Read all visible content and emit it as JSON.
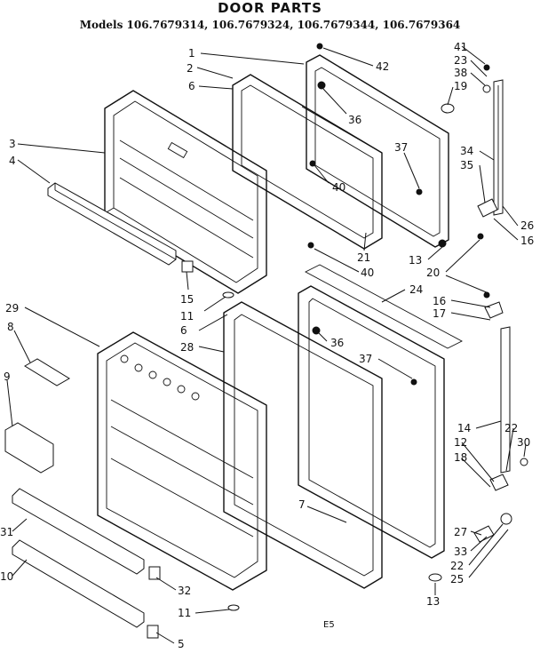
{
  "header": {
    "title": "DOOR PARTS",
    "models": "Models 106.7679314, 106.7679324, 106.7679344, 106.7679364"
  },
  "footer": {
    "code": "E5"
  },
  "callouts": [
    {
      "id": "c1",
      "label": "1"
    },
    {
      "id": "c2",
      "label": "2"
    },
    {
      "id": "c6a",
      "label": "6"
    },
    {
      "id": "c42",
      "label": "42"
    },
    {
      "id": "c41",
      "label": "41"
    },
    {
      "id": "c23",
      "label": "23"
    },
    {
      "id": "c38",
      "label": "38"
    },
    {
      "id": "c19",
      "label": "19"
    },
    {
      "id": "c36a",
      "label": "36"
    },
    {
      "id": "c3",
      "label": "3"
    },
    {
      "id": "c4",
      "label": "4"
    },
    {
      "id": "c37a",
      "label": "37"
    },
    {
      "id": "c34",
      "label": "34"
    },
    {
      "id": "c35",
      "label": "35"
    },
    {
      "id": "c40a",
      "label": "40"
    },
    {
      "id": "c26",
      "label": "26"
    },
    {
      "id": "c16a",
      "label": "16"
    },
    {
      "id": "c13a",
      "label": "13"
    },
    {
      "id": "c21",
      "label": "21"
    },
    {
      "id": "c20",
      "label": "20"
    },
    {
      "id": "c40b",
      "label": "40"
    },
    {
      "id": "c24",
      "label": "24"
    },
    {
      "id": "c15",
      "label": "15"
    },
    {
      "id": "c16b",
      "label": "16"
    },
    {
      "id": "c17",
      "label": "17"
    },
    {
      "id": "c11a",
      "label": "11"
    },
    {
      "id": "c29",
      "label": "29"
    },
    {
      "id": "c6b",
      "label": "6"
    },
    {
      "id": "c36b",
      "label": "36"
    },
    {
      "id": "c8",
      "label": "8"
    },
    {
      "id": "c28",
      "label": "28"
    },
    {
      "id": "c37b",
      "label": "37"
    },
    {
      "id": "c9",
      "label": "9"
    },
    {
      "id": "c14",
      "label": "14"
    },
    {
      "id": "c22a",
      "label": "22"
    },
    {
      "id": "c12",
      "label": "12"
    },
    {
      "id": "c30",
      "label": "30"
    },
    {
      "id": "c18",
      "label": "18"
    },
    {
      "id": "c7",
      "label": "7"
    },
    {
      "id": "c31",
      "label": "31"
    },
    {
      "id": "c27",
      "label": "27"
    },
    {
      "id": "c33",
      "label": "33"
    },
    {
      "id": "c22b",
      "label": "22"
    },
    {
      "id": "c10",
      "label": "10"
    },
    {
      "id": "c25",
      "label": "25"
    },
    {
      "id": "c32",
      "label": "32"
    },
    {
      "id": "c13b",
      "label": "13"
    },
    {
      "id": "c11b",
      "label": "11"
    },
    {
      "id": "c5",
      "label": "5"
    }
  ]
}
